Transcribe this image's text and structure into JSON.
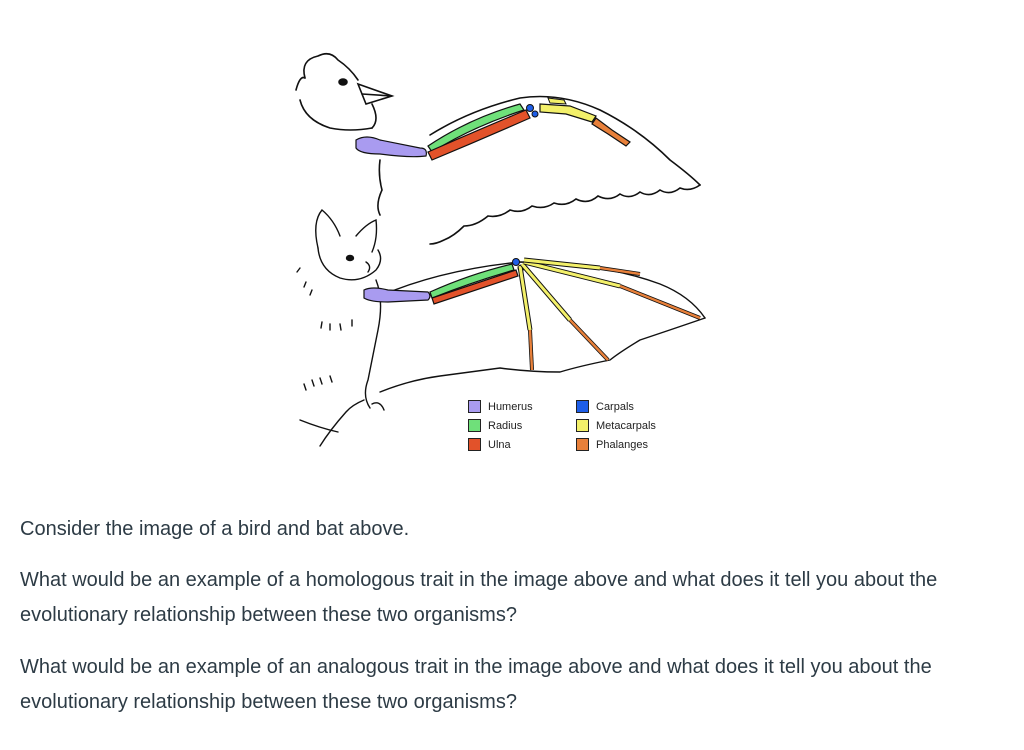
{
  "figure": {
    "legend": [
      {
        "label": "Humerus",
        "color": "#a99bf0"
      },
      {
        "label": "Radius",
        "color": "#6fe07a"
      },
      {
        "label": "Ulna",
        "color": "#e2522a"
      },
      {
        "label": "Carpals",
        "color": "#1e5ee8"
      },
      {
        "label": "Metacarpals",
        "color": "#f3f06a"
      },
      {
        "label": "Phalanges",
        "color": "#e8803a"
      }
    ]
  },
  "questions": {
    "intro": "Consider the image of a bird and bat above.",
    "homologous": "What would be an example of a homologous trait in the image above and what does it tell you about the evolutionary relationship between these two organisms?",
    "analogous": "What would be an example of an analogous trait in the image above and what does it tell you about the evolutionary relationship between these two organisms?"
  }
}
